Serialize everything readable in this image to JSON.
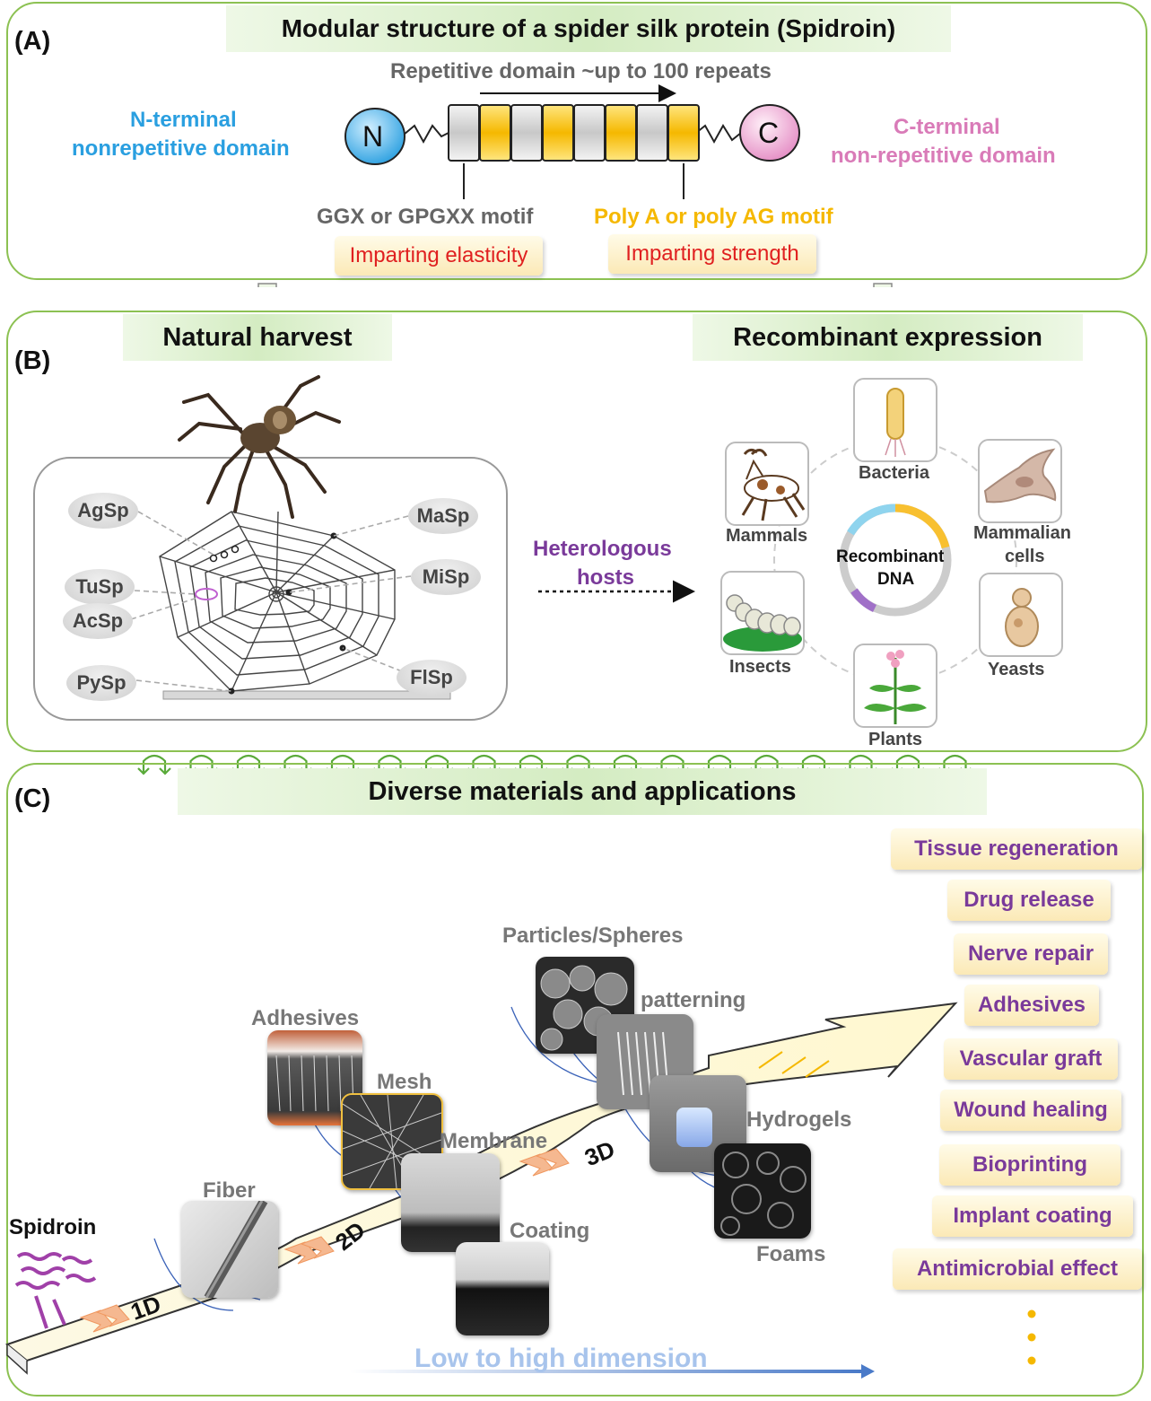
{
  "panelA": {
    "label": "(A)",
    "title": "Modular structure of a spider silk protein (Spidroin)",
    "repetitive": "Repetitive domain ~up to 100 repeats",
    "n_letter": "N",
    "c_letter": "C",
    "n_term_line1": "N-terminal",
    "n_term_line2": "nonrepetitive domain",
    "c_term_line1": "C-terminal",
    "c_term_line2": "non-repetitive domain",
    "ggx": "GGX or GPGXX motif",
    "polya": "Poly A or poly AG motif",
    "elasticity": "Imparting elasticity",
    "strength": "Imparting strength",
    "colors": {
      "n": "#2a9fe0",
      "c": "#d97bb8",
      "poly": "#f5b800",
      "accent_red": "#e02020"
    }
  },
  "panelB": {
    "label": "(B)",
    "natural": "Natural harvest",
    "recombinant": "Recombinant expression",
    "silks": [
      "AgSp",
      "MaSp",
      "MiSp",
      "TuSp",
      "AcSp",
      "PySp",
      "FlSp"
    ],
    "hetero_line1": "Heterologous",
    "hetero_line2": "hosts",
    "hosts": {
      "bacteria": "Bacteria",
      "mammals": "Mammals",
      "mammalian_line1": "Mammalian",
      "mammalian_line2": "cells",
      "insects": "Insects",
      "yeasts": "Yeasts",
      "plants": "Plants"
    },
    "dna_line1": "Recombinant",
    "dna_line2": "DNA"
  },
  "panelC": {
    "label": "(C)",
    "title": "Diverse materials and applications",
    "spidroin": "Spidroin",
    "dims": [
      "1D",
      "2D",
      "3D"
    ],
    "materials": {
      "fiber": "Fiber",
      "adhesives": "Adhesives",
      "mesh": "Mesh",
      "membrane": "Membrane",
      "coating": "Coating",
      "particles": "Particles/Spheres",
      "patterning": "patterning",
      "hydrogels": "Hydrogels",
      "foams": "Foams"
    },
    "applications": [
      "Tissue regeneration",
      "Drug release",
      "Nerve repair",
      "Adhesives",
      "Vascular graft",
      "Wound healing",
      "Bioprinting",
      "Implant coating",
      "Antimicrobial effect"
    ],
    "bottom": "Low to high dimension"
  }
}
